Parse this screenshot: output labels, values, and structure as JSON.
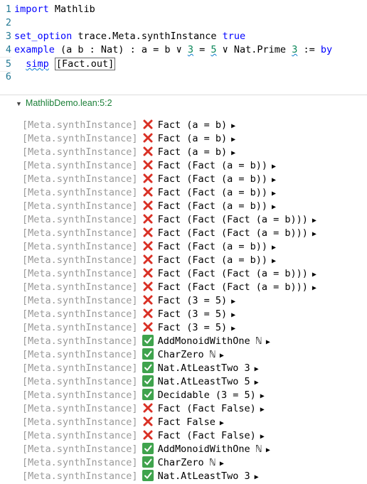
{
  "editor": {
    "lines": [
      {
        "num": "1",
        "parts": [
          {
            "t": "import",
            "k": "kw"
          },
          {
            "t": " Mathlib"
          }
        ]
      },
      {
        "num": "2",
        "parts": []
      },
      {
        "num": "3",
        "parts": [
          {
            "t": "set_option",
            "k": "kw"
          },
          {
            "t": " trace.Meta.synthInstance "
          },
          {
            "t": "true",
            "k": "kw"
          }
        ]
      },
      {
        "num": "4",
        "parts": [
          {
            "t": "example",
            "k": "kw"
          },
          {
            "t": " (a b : Nat) : a = b ∨ "
          },
          {
            "t": "3",
            "k": "num",
            "u": true
          },
          {
            "t": " = "
          },
          {
            "t": "5",
            "k": "num",
            "u": true
          },
          {
            "t": " ∨ Nat.Prime "
          },
          {
            "t": "3",
            "k": "num",
            "u": true
          },
          {
            "t": " := "
          },
          {
            "t": "by",
            "k": "kw"
          }
        ]
      },
      {
        "num": "5",
        "parts": [
          {
            "t": "  "
          },
          {
            "t": "simp",
            "k": "kw",
            "u": true
          },
          {
            "t": " "
          },
          {
            "t": "[Fact.out]",
            "b": true
          }
        ]
      },
      {
        "num": "6",
        "parts": []
      }
    ]
  },
  "infoview": {
    "location": "MathlibDemo.lean:5:2",
    "trace_class": "[Meta.synthInstance]",
    "entries": [
      {
        "ok": false,
        "msg": "Fact (a = b)"
      },
      {
        "ok": false,
        "msg": "Fact (a = b)"
      },
      {
        "ok": false,
        "msg": "Fact (a = b)"
      },
      {
        "ok": false,
        "msg": "Fact (Fact (a = b))"
      },
      {
        "ok": false,
        "msg": "Fact (Fact (a = b))"
      },
      {
        "ok": false,
        "msg": "Fact (Fact (a = b))"
      },
      {
        "ok": false,
        "msg": "Fact (Fact (a = b))"
      },
      {
        "ok": false,
        "msg": "Fact (Fact (Fact (a = b)))"
      },
      {
        "ok": false,
        "msg": "Fact (Fact (Fact (a = b)))"
      },
      {
        "ok": false,
        "msg": "Fact (Fact (a = b))"
      },
      {
        "ok": false,
        "msg": "Fact (Fact (a = b))"
      },
      {
        "ok": false,
        "msg": "Fact (Fact (Fact (a = b)))"
      },
      {
        "ok": false,
        "msg": "Fact (Fact (Fact (a = b)))"
      },
      {
        "ok": false,
        "msg": "Fact (3 = 5)"
      },
      {
        "ok": false,
        "msg": "Fact (3 = 5)"
      },
      {
        "ok": false,
        "msg": "Fact (3 = 5)"
      },
      {
        "ok": true,
        "msg": "AddMonoidWithOne ℕ"
      },
      {
        "ok": true,
        "msg": "CharZero ℕ"
      },
      {
        "ok": true,
        "msg": "Nat.AtLeastTwo 3"
      },
      {
        "ok": true,
        "msg": "Nat.AtLeastTwo 5"
      },
      {
        "ok": true,
        "msg": "Decidable (3 = 5)"
      },
      {
        "ok": false,
        "msg": "Fact (Fact False)"
      },
      {
        "ok": false,
        "msg": "Fact False"
      },
      {
        "ok": false,
        "msg": "Fact (Fact False)"
      },
      {
        "ok": true,
        "msg": "AddMonoidWithOne ℕ"
      },
      {
        "ok": true,
        "msg": "CharZero ℕ"
      },
      {
        "ok": true,
        "msg": "Nat.AtLeastTwo 3"
      }
    ]
  },
  "icons": {
    "fail": "cross-mark-icon",
    "ok": "check-mark-icon",
    "expand": "triangle-right-icon",
    "collapse": "triangle-down-icon"
  },
  "colors": {
    "line_number": "#237893",
    "keyword": "#0000ff",
    "numeral": "#098658",
    "location": "#1a7f37",
    "trace_class": "#9a9a9a",
    "fail": "#d93025",
    "ok": "#3fa34d"
  }
}
